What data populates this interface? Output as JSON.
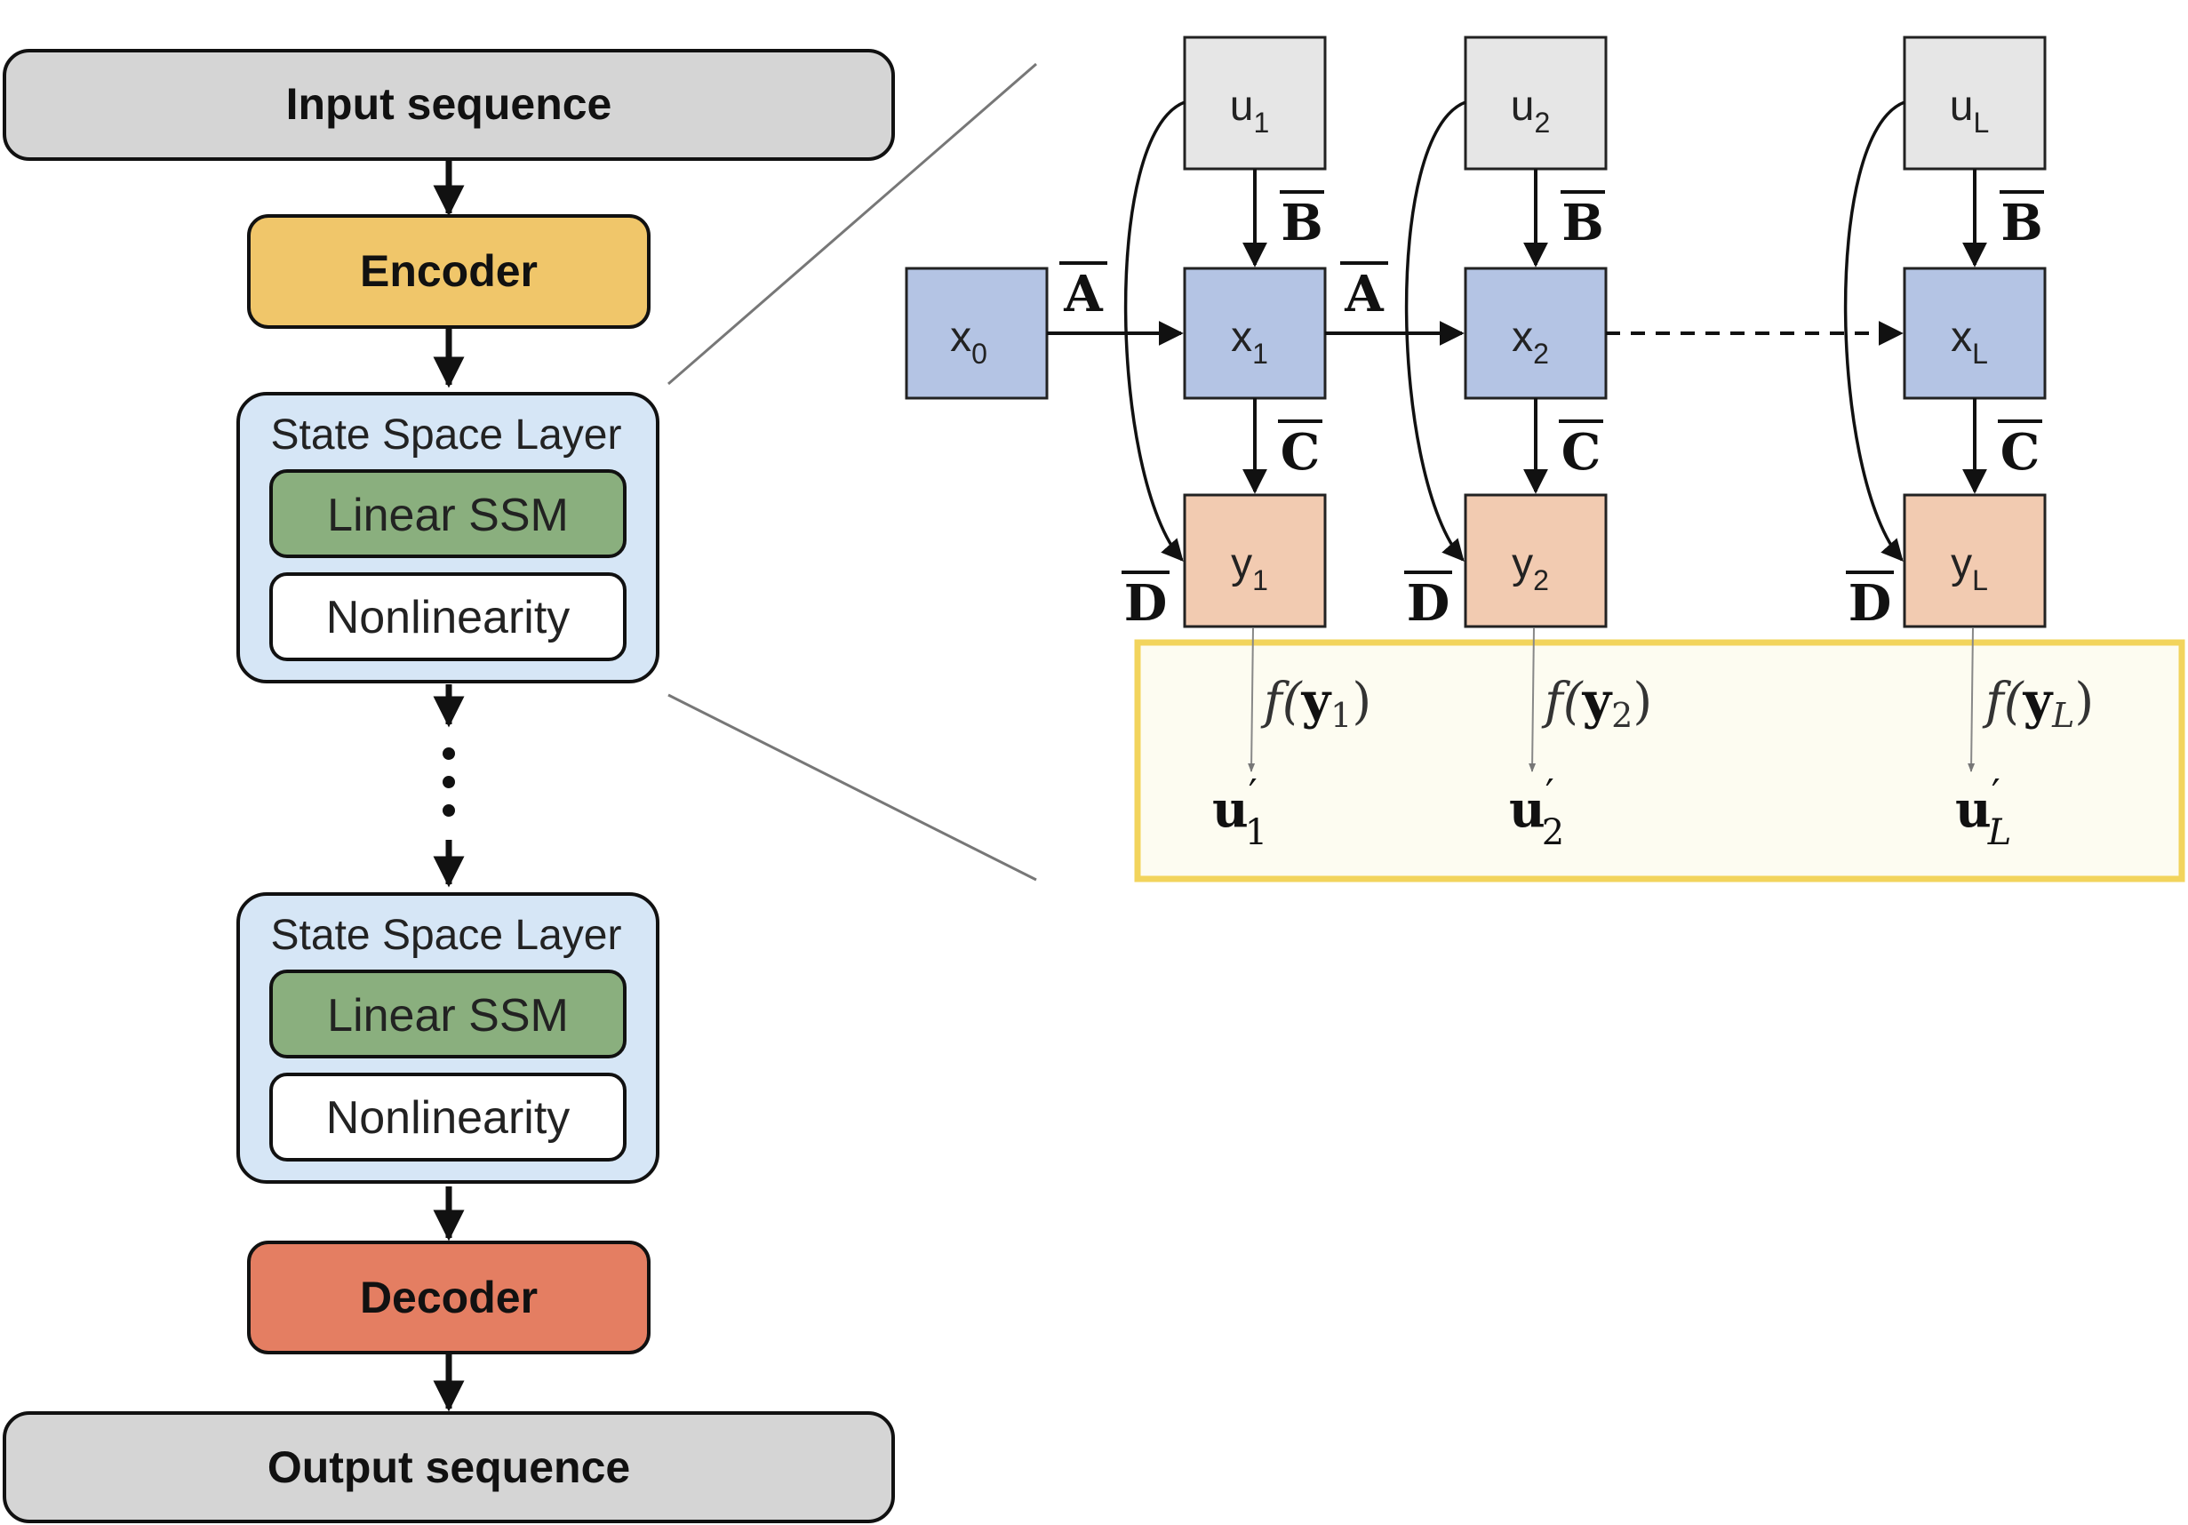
{
  "pipeline": {
    "input": "Input sequence",
    "encoder": "Encoder",
    "layer1": {
      "title": "State Space Layer",
      "ssm": "Linear SSM",
      "nonlin": "Nonlinearity"
    },
    "layer2": {
      "title": "State Space Layer",
      "ssm": "Linear SSM",
      "nonlin": "Nonlinearity"
    },
    "decoder": "Decoder",
    "output": "Output sequence"
  },
  "detail": {
    "matrices": {
      "A": "A",
      "B": "B",
      "C": "C",
      "D": "D"
    },
    "x0": {
      "base": "x",
      "sub": "0"
    },
    "steps": [
      {
        "u": "u",
        "x": "x",
        "y": "y",
        "sub": "1",
        "f": "f(",
        "fy": "y",
        "fsub": "1",
        "out": "u",
        "outsub": "1"
      },
      {
        "u": "u",
        "x": "x",
        "y": "y",
        "sub": "2",
        "f": "f(",
        "fy": "y",
        "fsub": "2",
        "out": "u",
        "outsub": "2"
      },
      {
        "u": "u",
        "x": "x",
        "y": "y",
        "sub": "L",
        "f": "f(",
        "fy": "y",
        "fsub": "L",
        "out": "u",
        "outsub": "L"
      }
    ],
    "close_paren": ")",
    "prime": "′"
  },
  "colors": {
    "input_output": "#d5d5d5",
    "encoder": "#f0c66a",
    "layer_bg": "#d6e6f6",
    "ssm": "#8aaf7e",
    "decoder": "#e47e62",
    "u_box": "#e6e6e6",
    "x_box": "#b4c4e4",
    "y_box": "#f2cbb1",
    "highlight_border": "#f2d45c",
    "highlight_bg": "#fdfcf1"
  }
}
